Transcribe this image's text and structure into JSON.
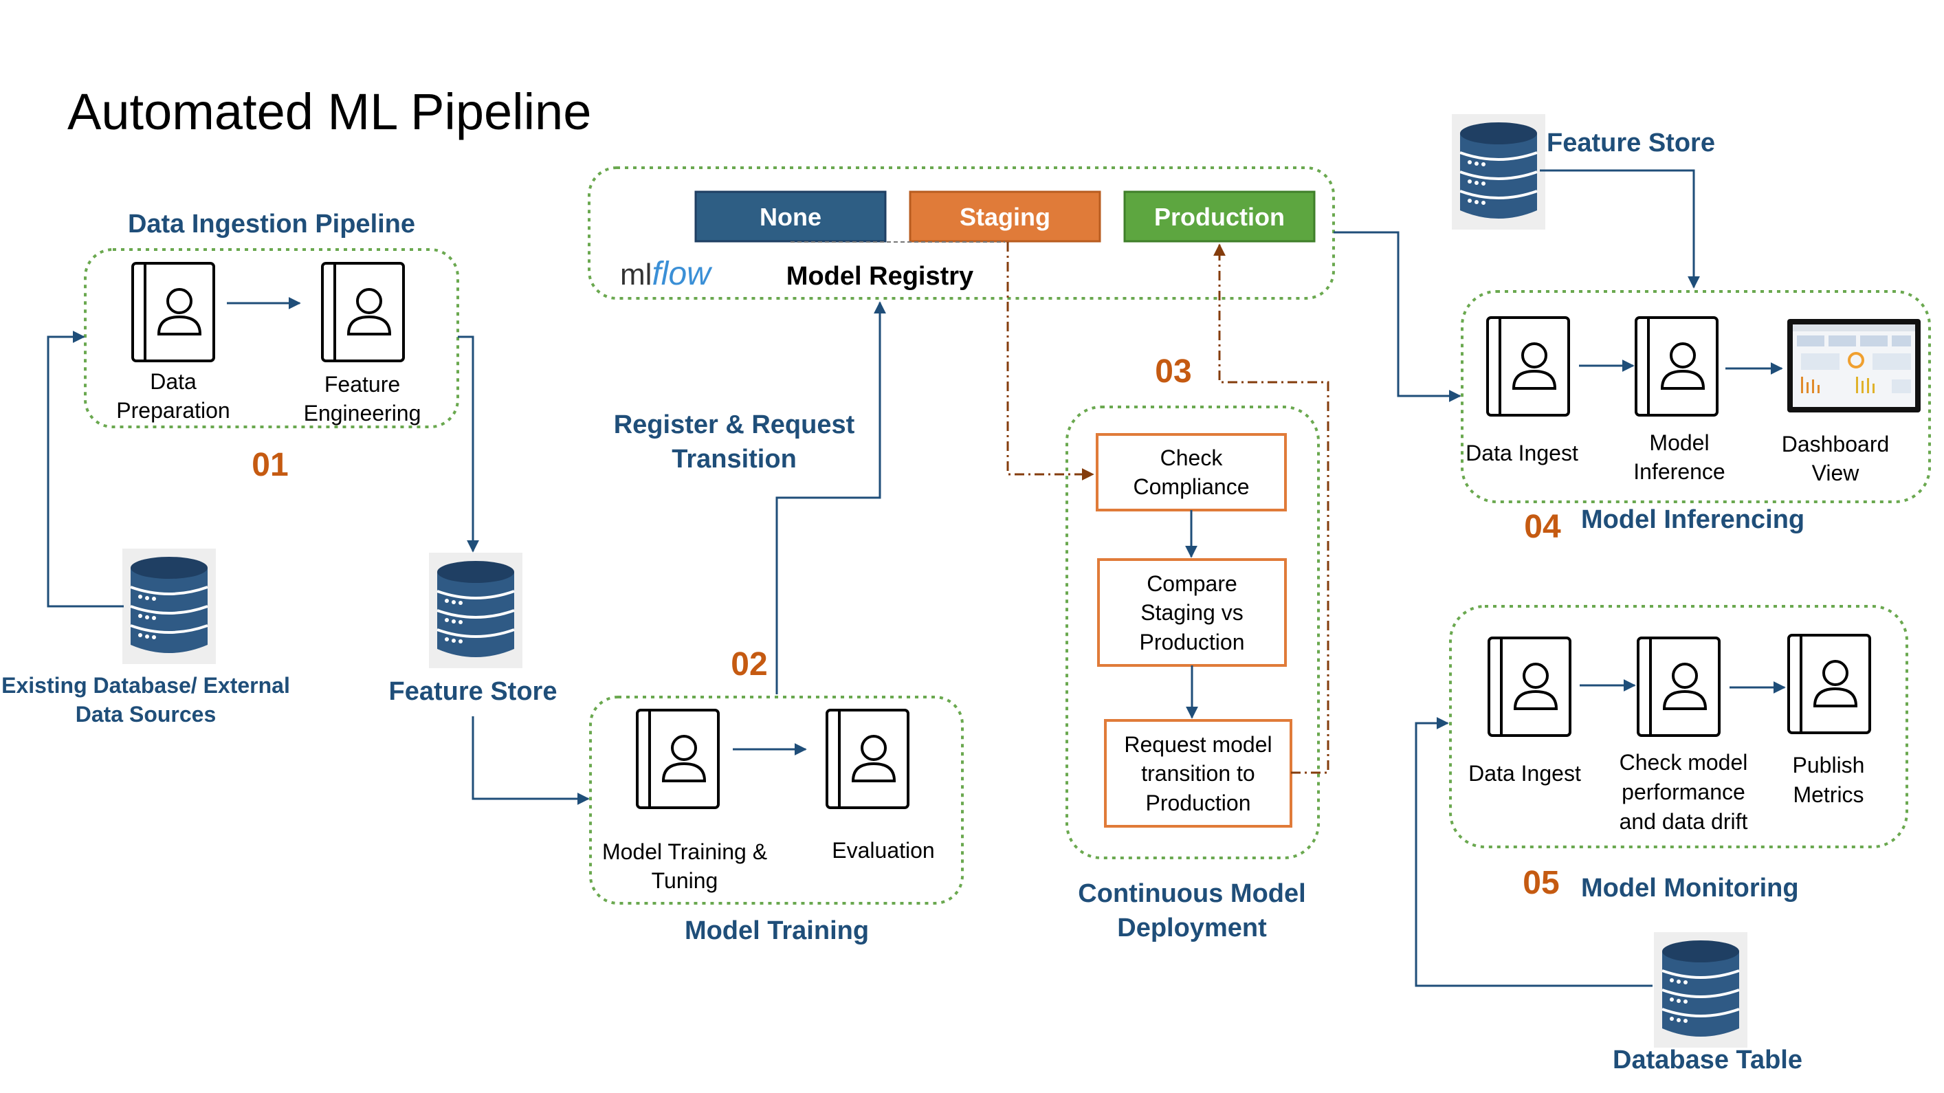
{
  "title": "Automated ML Pipeline",
  "colors": {
    "navy": "#1f4e79",
    "orange_number": "#c55a11",
    "green_dots": "#6aa84f",
    "none_btn": "#2e5e84",
    "staging_btn": "#e07b39",
    "production_btn": "#5da640",
    "step_border": "#e07b39",
    "db_blue": "#2f5a85"
  },
  "stage1": {
    "heading": "Data Ingestion Pipeline",
    "number": "01",
    "step1": [
      "Data",
      "Preparation"
    ],
    "step2": [
      "Feature",
      "Engineering"
    ],
    "source_label": [
      "Existing Database/ External",
      "Data Sources"
    ],
    "store_label": "Feature Store"
  },
  "registry": {
    "none": "None",
    "staging": "Staging",
    "production": "Production",
    "label": "Model Registry",
    "logo_ml": "ml",
    "logo_flow": "flow"
  },
  "stage2": {
    "heading": "Model Training",
    "number": "02",
    "register_label": [
      "Register & Request",
      "Transition"
    ],
    "step1": [
      "Model Training &",
      "Tuning"
    ],
    "step2": "Evaluation"
  },
  "stage3": {
    "number": "03",
    "heading": [
      "Continuous Model",
      "Deployment"
    ],
    "step1": [
      "Check",
      "Compliance"
    ],
    "step2": [
      "Compare",
      "Staging vs",
      "Production"
    ],
    "step3": [
      "Request model",
      "transition to",
      "Production"
    ]
  },
  "stage4": {
    "number": "04",
    "heading": "Model Inferencing",
    "store_label": "Feature Store",
    "step1": "Data Ingest",
    "step2": [
      "Model",
      "Inference"
    ],
    "step3": [
      "Dashboard",
      "View"
    ]
  },
  "stage5": {
    "number": "05",
    "heading": "Model Monitoring",
    "step1": "Data Ingest",
    "step2": [
      "Check model",
      "performance",
      "and data drift"
    ],
    "step3": [
      "Publish",
      "Metrics"
    ],
    "db_label": "Database Table"
  },
  "icons": {
    "document": "contact-book-icon",
    "database": "database-icon",
    "dashboard": "dashboard-screenshot-icon",
    "logo": "mlflow-logo"
  }
}
